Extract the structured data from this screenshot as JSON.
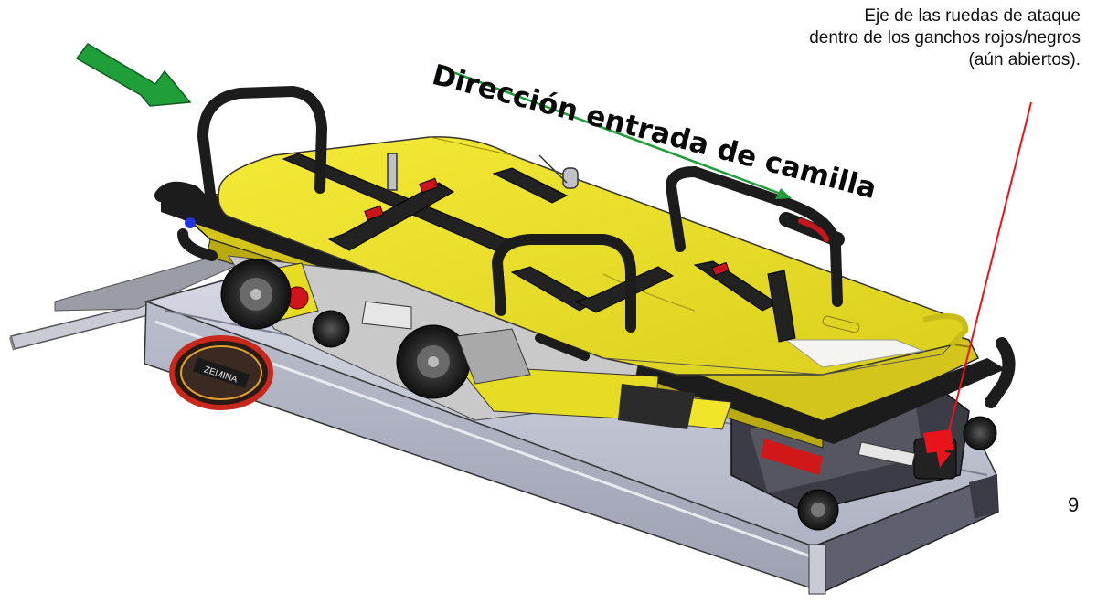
{
  "annotation": {
    "lines": [
      "Eje de las ruedas de ataque",
      "dentro de los ganchos rojos/negros",
      "(aún abiertos)."
    ]
  },
  "title": "Dirección entrada de camilla",
  "page_number": "9",
  "logo_text": "ZEMINA",
  "colors": {
    "arrow_green": "#1f9e3a",
    "pointer_red": "#e8141a",
    "stretcher_yellow": "#ece22c",
    "rail_yellow": "#d4c51c",
    "frame_black": "#1c1c1c",
    "base_grey": "#b8bccb",
    "logo_red": "#c8281c"
  }
}
